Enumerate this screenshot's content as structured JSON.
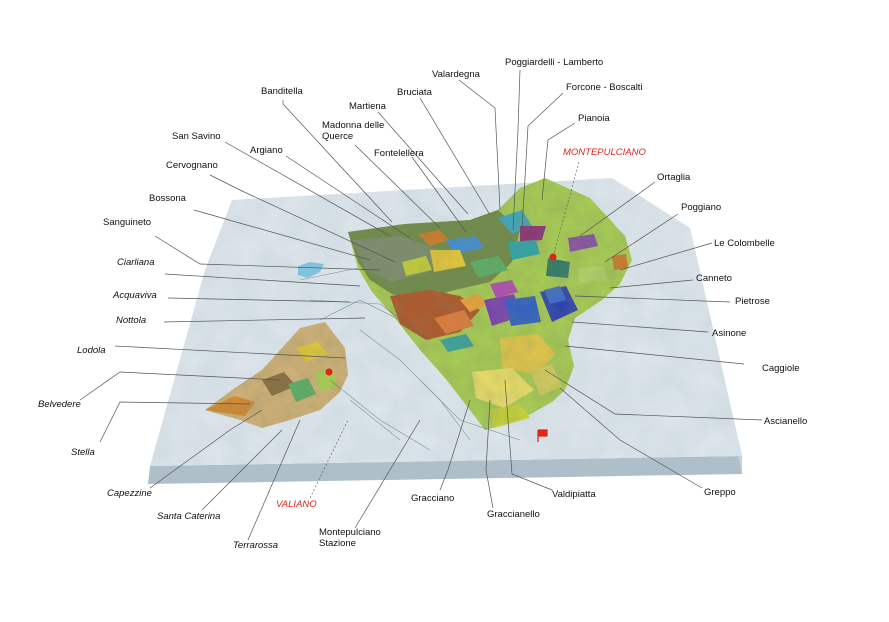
{
  "title": "",
  "colors": {
    "base_top": "#d9e4ea",
    "base_side": "#a9bcc7",
    "territory_line": "#5a6f7c",
    "leader_line": "#555555",
    "town_label": "#e0241b",
    "montepulciano_area": "#a9cf55",
    "valiano_area": "#c8a76a"
  },
  "labels": {
    "banditella": "Banditella",
    "valardegna": "Valardegna",
    "poggiardelli_lamberto": "Poggiardelli - Lamberto",
    "forcone_boscalti": "Forcone - Boscalti",
    "bruciata": "Bruciata",
    "martiena": "Martiena",
    "madonna_delle_querce": "Madonna delle\nQuerce",
    "pianoia": "Pianoia",
    "san_savino": "San Savino",
    "argiano": "Argiano",
    "fontelellera": "Fontelellera",
    "montepulciano": "MONTEPULCIANO",
    "cervognano": "Cervognano",
    "ortaglia": "Ortaglia",
    "bossona": "Bossona",
    "poggiano": "Poggiano",
    "sanguineto": "Sanguineto",
    "le_colombelle": "Le Colombelle",
    "ciarliana": "Ciarliana",
    "canneto": "Canneto",
    "acquaviva": "Acquaviva",
    "pietrose": "Pietrose",
    "nottola": "Nottola",
    "asinone": "Asinone",
    "lodola": "Lodola",
    "caggiole": "Caggiole",
    "belvedere": "Belvedere",
    "ascianello": "Ascianello",
    "stella": "Stella",
    "capezzine": "Capezzine",
    "greppo": "Greppo",
    "valdipiatta": "Valdipiatta",
    "gracciano": "Gracciano",
    "valiano": "VALIANO",
    "santa_caterina": "Santa Caterina",
    "graccianello": "Graccianello",
    "montepulciano_stazione": "Montepulciano\nStazione",
    "terrarossa": "Terrarossa"
  }
}
